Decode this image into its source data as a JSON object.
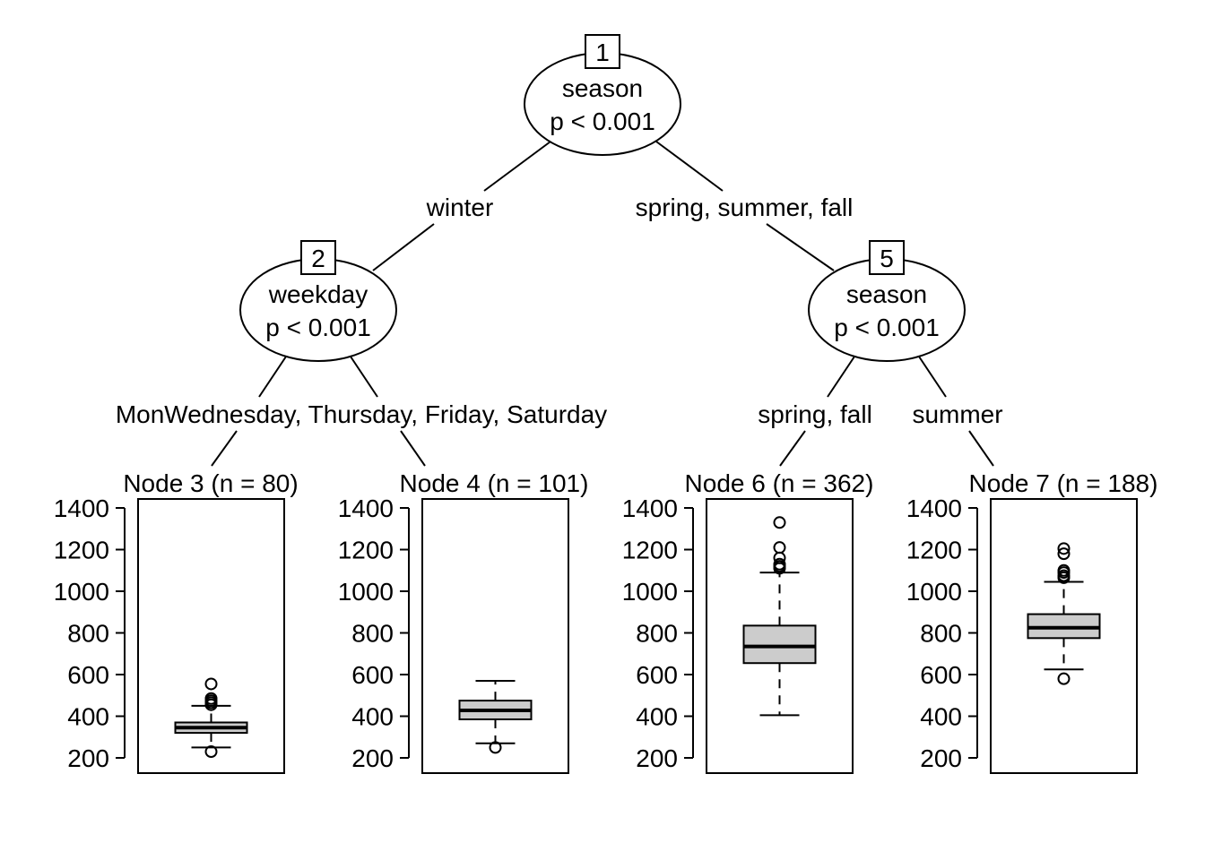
{
  "tree": {
    "inner_nodes": [
      {
        "id": "1",
        "variable": "season",
        "p_text": "p < 0.001"
      },
      {
        "id": "2",
        "variable": "weekday",
        "p_text": "p < 0.001"
      },
      {
        "id": "5",
        "variable": "season",
        "p_text": "p < 0.001"
      }
    ],
    "edge_labels": [
      {
        "from": "1",
        "to": "2",
        "text": "winter"
      },
      {
        "from": "1",
        "to": "5",
        "text": "spring, summer, fall"
      },
      {
        "from": "2",
        "to": "3",
        "text": "MonWednesday, Thursday, Friday, Saturday",
        "shared_with": "2-4"
      },
      {
        "from": "5",
        "to": "6",
        "text": "spring, fall"
      },
      {
        "from": "5",
        "to": "7",
        "text": "summer"
      }
    ],
    "terminal_nodes": [
      {
        "id": "3",
        "title": "Node 3 (n = 80)",
        "n": 80
      },
      {
        "id": "4",
        "title": "Node 4 (n = 101)",
        "n": 101
      },
      {
        "id": "6",
        "title": "Node 6 (n = 362)",
        "n": 362
      },
      {
        "id": "7",
        "title": "Node 7 (n = 188)",
        "n": 188
      }
    ],
    "y_axis": {
      "ticks": [
        "200",
        "400",
        "600",
        "800",
        "1000",
        "1200",
        "1400"
      ]
    }
  },
  "chart_data": {
    "type": "boxplot",
    "ylim": [
      140,
      1400
    ],
    "yticks": [
      200,
      400,
      600,
      800,
      1000,
      1200,
      1400
    ],
    "boxes": [
      {
        "node": "3",
        "whisker_low": 250,
        "q1": 320,
        "median": 345,
        "q3": 370,
        "whisker_high": 450,
        "outliers": [
          230,
          455,
          465,
          475,
          485,
          555
        ]
      },
      {
        "node": "4",
        "whisker_low": 270,
        "q1": 385,
        "median": 428,
        "q3": 475,
        "whisker_high": 570,
        "outliers": [
          250
        ]
      },
      {
        "node": "6",
        "whisker_low": 405,
        "q1": 655,
        "median": 735,
        "q3": 835,
        "whisker_high": 1090,
        "outliers": [
          1110,
          1120,
          1130,
          1160,
          1210,
          1330
        ]
      },
      {
        "node": "7",
        "whisker_low": 625,
        "q1": 775,
        "median": 825,
        "q3": 890,
        "whisker_high": 1045,
        "outliers": [
          580,
          1065,
          1075,
          1090,
          1100,
          1180,
          1205
        ]
      }
    ]
  }
}
